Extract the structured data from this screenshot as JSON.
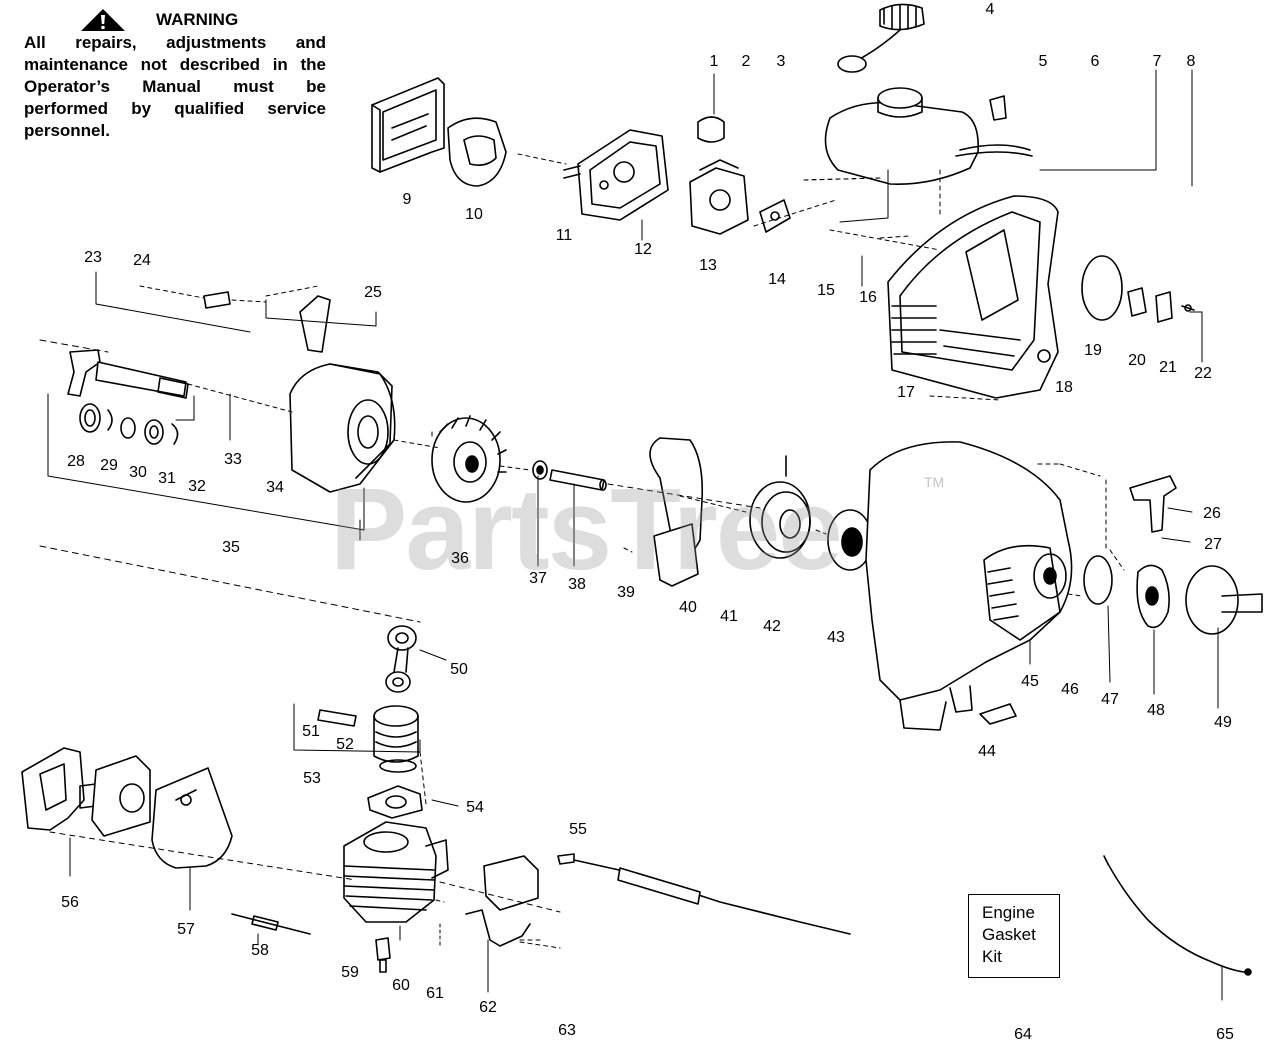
{
  "warning": {
    "title": "WARNING",
    "body": "All repairs, adjustments and maintenance not described in the Operator’s Manual must be performed by qualified service personnel."
  },
  "kit_box": {
    "line1": "Engine",
    "line2": "Gasket",
    "line3": "Kit"
  },
  "watermark": {
    "text": "PartsTree",
    "mark": "TM"
  },
  "callouts": [
    "1",
    "2",
    "3",
    "4",
    "5",
    "6",
    "7",
    "8",
    "9",
    "10",
    "11",
    "12",
    "13",
    "14",
    "15",
    "16",
    "17",
    "18",
    "19",
    "20",
    "21",
    "22",
    "23",
    "24",
    "25",
    "26",
    "27",
    "28",
    "29",
    "30",
    "31",
    "32",
    "33",
    "34",
    "35",
    "36",
    "37",
    "38",
    "39",
    "40",
    "41",
    "42",
    "43",
    "44",
    "45",
    "46",
    "47",
    "48",
    "49",
    "50",
    "51",
    "52",
    "53",
    "54",
    "55",
    "56",
    "57",
    "58",
    "59",
    "60",
    "61",
    "62",
    "63",
    "64",
    "65"
  ]
}
